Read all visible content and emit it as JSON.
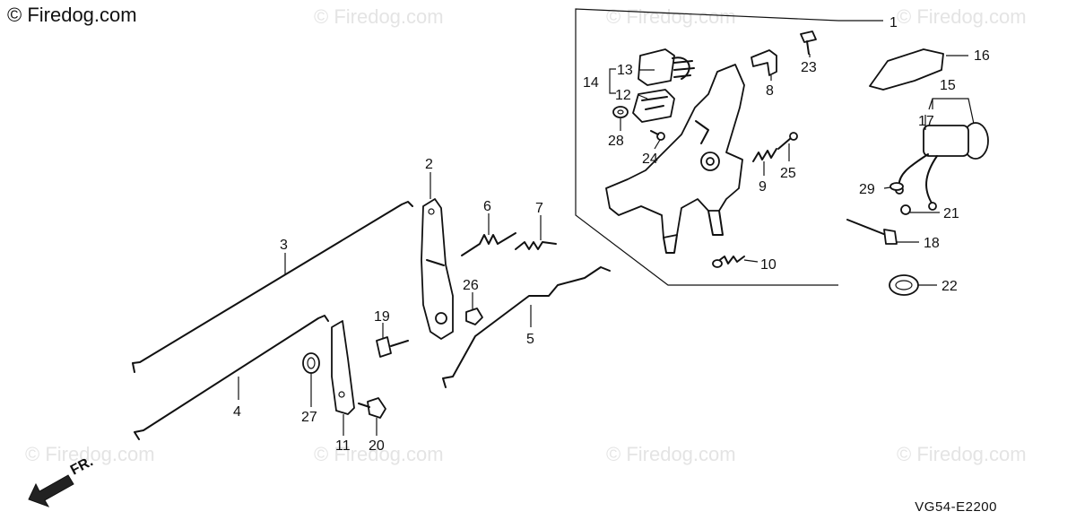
{
  "header": {
    "copyright": "© Firedog.com"
  },
  "watermarks": [
    "© Firedog.com",
    "© Firedog.com",
    "© Firedog.com",
    "© Firedog.com",
    "© Firedog.com",
    "© Firedog.com",
    "© Firedog.com"
  ],
  "footer": {
    "diagram_code": "VG54-E2200"
  },
  "direction_label": "FR.",
  "callouts": [
    "1",
    "2",
    "3",
    "4",
    "5",
    "6",
    "7",
    "8",
    "9",
    "10",
    "11",
    "12",
    "13",
    "14",
    "15",
    "16",
    "17",
    "18",
    "19",
    "20",
    "21",
    "22",
    "23",
    "24",
    "25",
    "26",
    "27",
    "28",
    "29"
  ]
}
